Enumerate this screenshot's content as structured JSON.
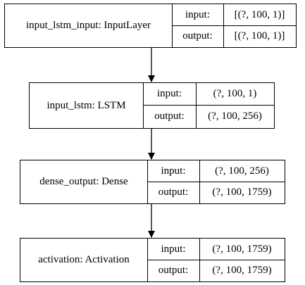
{
  "nodes": [
    {
      "name": "input_lstm_input: InputLayer",
      "input_label": "input:",
      "input_value": "[(?, 100, 1)]",
      "output_label": "output:",
      "output_value": "[(?, 100, 1)]"
    },
    {
      "name": "input_lstm: LSTM",
      "input_label": "input:",
      "input_value": "(?, 100, 1)",
      "output_label": "output:",
      "output_value": "(?, 100, 256)"
    },
    {
      "name": "dense_output: Dense",
      "input_label": "input:",
      "input_value": "(?, 100, 256)",
      "output_label": "output:",
      "output_value": "(?, 100, 1759)"
    },
    {
      "name": "activation: Activation",
      "input_label": "input:",
      "input_value": "(?, 100, 1759)",
      "output_label": "output:",
      "output_value": "(?, 100, 1759)"
    }
  ]
}
